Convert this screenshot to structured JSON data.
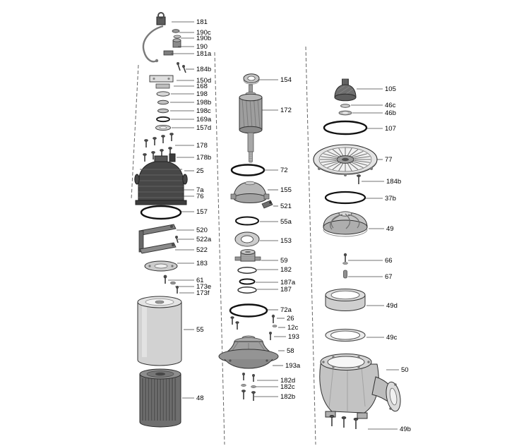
{
  "diagram": {
    "kind": "exploded-parts-diagram",
    "background_color": "#ffffff",
    "ink_color": "#000000",
    "labels": {
      "left": [
        "181",
        "190c",
        "190b",
        "190",
        "181a",
        "184b",
        "150d",
        "168",
        "198",
        "198b",
        "198c",
        "169a",
        "157d",
        "178",
        "178b",
        "25",
        "7a",
        "76",
        "157",
        "520",
        "522a",
        "522",
        "183",
        "61",
        "173e",
        "173f",
        "55",
        "48"
      ],
      "middle": [
        "154",
        "172",
        "72",
        "155",
        "521",
        "55a",
        "153",
        "59",
        "182",
        "187a",
        "187",
        "72a",
        "26",
        "12c",
        "193",
        "58",
        "193a",
        "182d",
        "182c",
        "182b"
      ],
      "right": [
        "105",
        "46c",
        "46b",
        "107",
        "77",
        "184b",
        "37b",
        "49",
        "66",
        "67",
        "49d",
        "49c",
        "50",
        "49b"
      ]
    }
  }
}
